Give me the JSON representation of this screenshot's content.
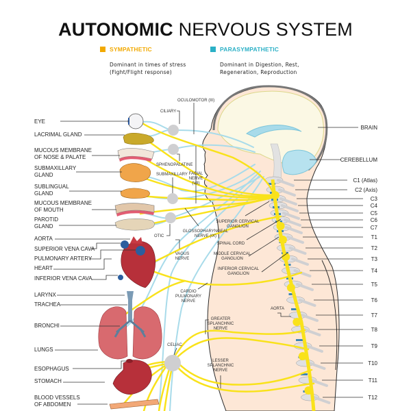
{
  "title": {
    "bold": "AUTONOMIC",
    "light": "NERVOUS SYSTEM"
  },
  "legend": [
    {
      "name": "SYMPATHETIC",
      "color": "#f2a900",
      "description": "Dominant in times of stress\n(Fight/Flight response)"
    },
    {
      "name": "PARASYMPATHETIC",
      "color": "#2bb0c6",
      "description": "Dominant in Digestion, Rest,\nRegeneration, Reproduction"
    }
  ],
  "colors": {
    "sympathetic_nerve": "#f9e21b",
    "parasympathetic_nerve": "#a8dbea",
    "ganglion": "#cfcfd1",
    "skin": "#fde7d6"
  },
  "organs": [
    {
      "id": "eye",
      "lines": [
        "EYE"
      ]
    },
    {
      "id": "lacrimal",
      "lines": [
        "LACRIMAL GLAND"
      ]
    },
    {
      "id": "nose",
      "lines": [
        "MUCOUS MEMBRANE",
        "OF NOSE & PALATE"
      ]
    },
    {
      "id": "submax",
      "lines": [
        "SUBMAXILLARY",
        "GLAND"
      ]
    },
    {
      "id": "subling",
      "lines": [
        "SUBLINGUAL",
        "GLAND"
      ]
    },
    {
      "id": "mouth",
      "lines": [
        "MUCOUS MEMBRANE",
        "OF MOUTH"
      ]
    },
    {
      "id": "parotid",
      "lines": [
        "PAROTID",
        "GLAND"
      ]
    },
    {
      "id": "aorta",
      "lines": [
        "AORTA"
      ]
    },
    {
      "id": "svc",
      "lines": [
        "SUPERIOR VENA CAVA"
      ]
    },
    {
      "id": "pa",
      "lines": [
        "PULMONARY ARTERY"
      ]
    },
    {
      "id": "heart",
      "lines": [
        "HEART"
      ]
    },
    {
      "id": "ivc",
      "lines": [
        "INFERIOR VENA CAVA"
      ]
    },
    {
      "id": "larynx",
      "lines": [
        "LARYNX"
      ]
    },
    {
      "id": "trachea",
      "lines": [
        "TRACHEA"
      ]
    },
    {
      "id": "bronchi",
      "lines": [
        "BRONCHI"
      ]
    },
    {
      "id": "lungs",
      "lines": [
        "LUNGS"
      ]
    },
    {
      "id": "esophagus",
      "lines": [
        "ESOPHAGUS"
      ]
    },
    {
      "id": "stomach",
      "lines": [
        "STOMACH"
      ]
    },
    {
      "id": "vessels",
      "lines": [
        "BLOOD VESSELS",
        "OF ABDOMEN"
      ]
    }
  ],
  "nerves": {
    "ciliary": "CILIARY",
    "oculomotor": "OCULOMOTOR (III)",
    "sphenopalatine": "SPHENOPALATINE",
    "submaxillary": "SUBMAXILLARY",
    "facial": [
      "FACIAL",
      "NERVE",
      "(VII)"
    ],
    "otic": "OTIC",
    "glossopharyngeal": [
      "GLOSSOPHARYNGEAL",
      "NERVE (IX)"
    ],
    "vagus": [
      "VAGUS",
      "NERVE"
    ],
    "superior_cervical": [
      "SUPERIOR CERVICAL",
      "GANGLION"
    ],
    "spinal_cord": "SPINAL CORD",
    "middle_cervical": [
      "MIDDLE CERVICAL",
      "GANGLION"
    ],
    "inferior_cervical": [
      "INFERIOR CERVICAL",
      "GANGLION"
    ],
    "cardio": [
      "CARDIO",
      "PULMONARY",
      "NERVE"
    ],
    "aorta": "AORTA",
    "greater_splanchnic": [
      "GREATER",
      "SPLANCHNIC",
      "NERVE"
    ],
    "celiac": "CELIAC",
    "lesser_splanchnic": [
      "LESSER",
      "SPLANCHNIC",
      "NERVE"
    ]
  },
  "right_labels": {
    "brain": "BRAIN",
    "cerebellum": "CEREBELLUM",
    "vertebrae": [
      "C1 (Atlas)",
      "C2 (Axis)",
      "C3",
      "C4",
      "C5",
      "C6",
      "C7",
      "T1",
      "T2",
      "T3",
      "T4",
      "T5",
      "T6",
      "T7",
      "T8",
      "T9",
      "T10",
      "T11",
      "T12"
    ]
  }
}
